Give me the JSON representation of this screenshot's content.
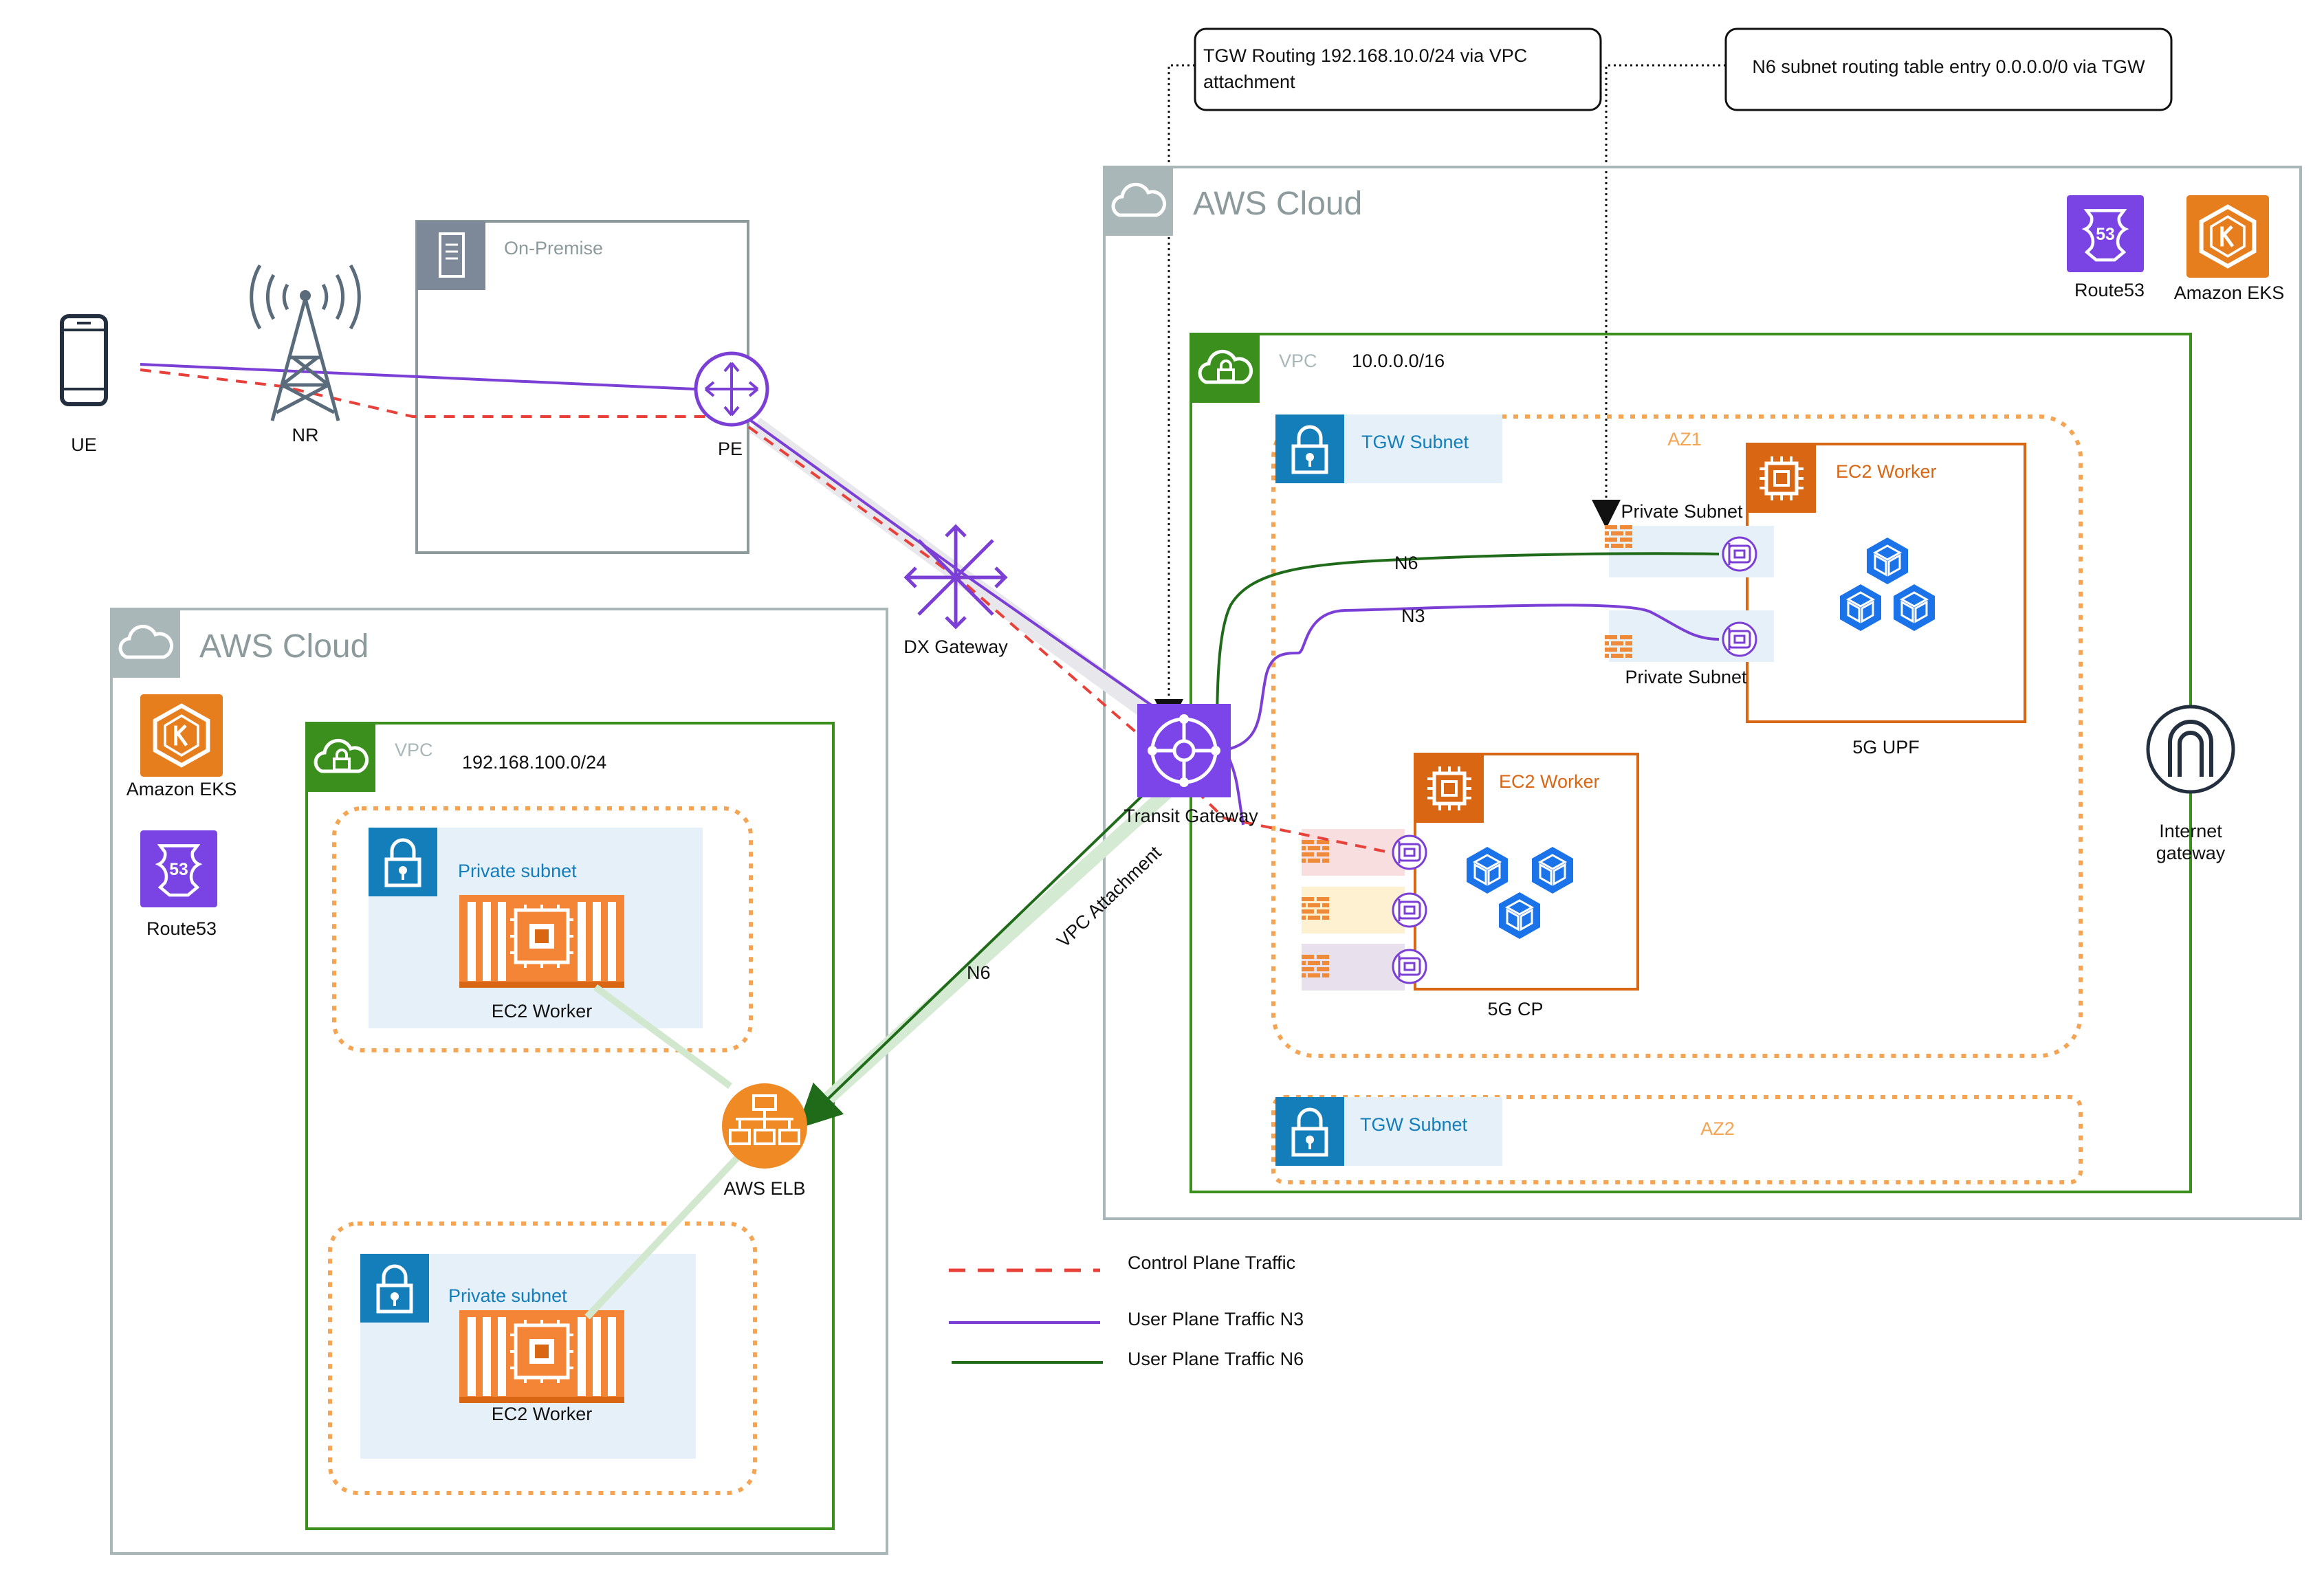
{
  "callouts": {
    "tgw_routing": [
      "TGW Routing 192.168.10.0/24 via VPC",
      "attachment"
    ],
    "n6_routing": "N6 subnet routing table entry 0.0.0.0/0 via TGW"
  },
  "devices": {
    "ue": "UE",
    "nr": "NR",
    "pe": "PE",
    "dx_gateway": "DX Gateway",
    "transit_gateway": "Transit Gateway",
    "aws_elb": "AWS ELB",
    "internet_gateway": [
      "Internet",
      "gateway"
    ]
  },
  "on_premise": {
    "title": "On-Premise"
  },
  "right_cloud": {
    "title": "AWS Cloud",
    "route53": "Route53",
    "eks": "Amazon EKS",
    "vpc": {
      "label": "VPC",
      "cidr": "10.0.0.0/16"
    },
    "tgw_subnet_az1": "TGW Subnet",
    "tgw_subnet_az2": "TGW Subnet",
    "az1": "AZ1",
    "az2": "AZ2",
    "upf_worker": {
      "title": "EC2 Worker",
      "caption": "5G UPF",
      "private_subnet_top": "Private Subnet",
      "private_subnet_bottom": "Private Subnet"
    },
    "cp_worker": {
      "title": "EC2 Worker",
      "caption": "5G CP"
    }
  },
  "left_cloud": {
    "title": "AWS Cloud",
    "eks": "Amazon EKS",
    "route53": "Route53",
    "vpc": {
      "label": "VPC",
      "cidr": "192.168.100.0/24"
    },
    "subnet_top": {
      "label": "Private subnet",
      "worker": "EC2 Worker"
    },
    "subnet_bottom": {
      "label": "Private subnet",
      "worker": "EC2 Worker"
    }
  },
  "link_labels": {
    "n6_top": "N6",
    "n3_top": "N3",
    "vpc_attachment": "VPC Attachment",
    "n6_bottom": "N6"
  },
  "legend": {
    "control_plane": "Control Plane Traffic",
    "user_plane_n3": "User Plane Traffic N3",
    "user_plane_n6": "User Plane Traffic N6"
  },
  "colors": {
    "n3": "#7b3fd6",
    "n6": "#1f6b1a",
    "control": "#e8413a",
    "vpc_green": "#3a8f1d",
    "az_orange": "#f5a453",
    "ec2_orange": "#d86613",
    "cloud_gray": "#aab7b8",
    "subnet_blue": "#147eba",
    "k8s_blue": "#1a73e8"
  }
}
